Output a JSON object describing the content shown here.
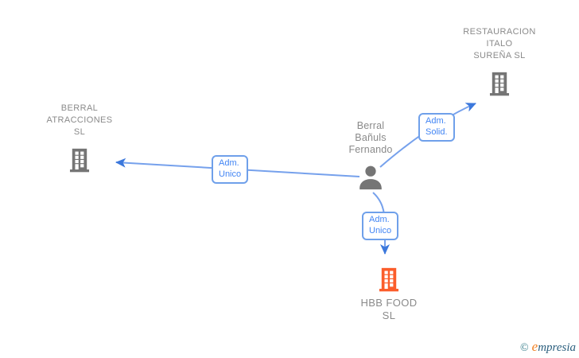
{
  "diagram_type": "corporate-relationship-graph",
  "nodes": {
    "restauracion": {
      "label": "RESTAURACION\nITALO\nSUREÑA  SL",
      "kind": "company",
      "icon": "building-icon",
      "icon_color": "#757575"
    },
    "berral": {
      "label": "BERRAL\nATRACCIONES\nSL",
      "kind": "company",
      "icon": "building-icon",
      "icon_color": "#757575"
    },
    "person": {
      "label": "Berral\nBañuls\nFernando",
      "kind": "person",
      "icon": "person-icon",
      "icon_color": "#757575"
    },
    "hbb": {
      "label": "HBB FOOD\nSL",
      "kind": "company-highlighted",
      "icon": "building-icon",
      "icon_color": "#FB5D2B"
    }
  },
  "edges": {
    "person_to_berral": {
      "from": "person",
      "to": "berral",
      "label": "Adm.\nUnico"
    },
    "person_to_restauracion": {
      "from": "person",
      "to": "restauracion",
      "label": "Adm.\nSolid."
    },
    "person_to_hbb": {
      "from": "person",
      "to": "hbb",
      "label": "Adm.\nUnico"
    }
  },
  "watermark": {
    "copyright": "©",
    "brand_first": "e",
    "brand_rest": "mpresia"
  },
  "colors": {
    "edge": "#76A1EC",
    "arrow": "#3C78DC",
    "label_border": "#6FA0EA",
    "label_text": "#4285F4",
    "node_label": "#8A8A8A",
    "icon_gray": "#757575",
    "icon_orange": "#FB5D2B",
    "wm_copyright": "#2E7886",
    "wm_brand_e": "#F08123",
    "wm_brand_rest": "#2B5F7E"
  }
}
